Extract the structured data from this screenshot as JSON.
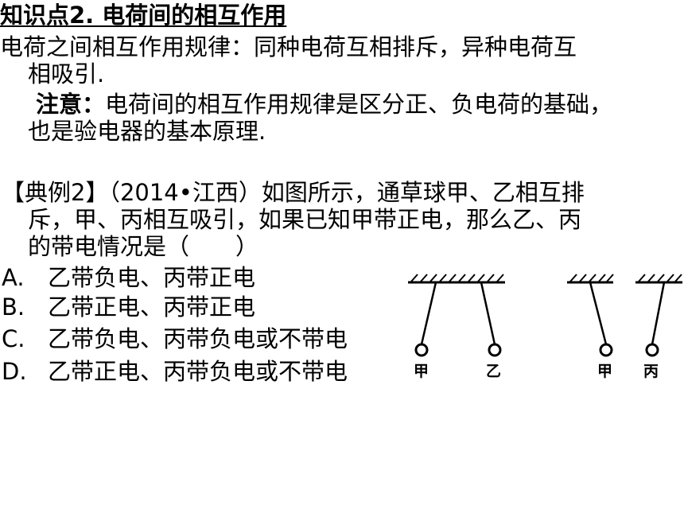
{
  "heading": "知识点2. 电荷间的相互作用",
  "rule": {
    "line1": "电荷之间相互作用规律：同种电荷互相排斥，异种电荷互",
    "line2": "相吸引."
  },
  "note": {
    "label": "注意：",
    "line1_text": "电荷间的相互作用规律是区分正、负电荷的基础，",
    "line2": "也是验电器的基本原理."
  },
  "example": {
    "line1": "【典例2】（2014•江西）如图所示，通草球甲、乙相互排",
    "line2": "斥，甲、丙相互吸引，如果已知甲带正电，那么乙、丙",
    "line3": "的带电情况是（　　）"
  },
  "options": [
    {
      "letter": "A.",
      "text": "乙带负电、丙带正电"
    },
    {
      "letter": "B.",
      "text": "乙带正电、丙带正电"
    },
    {
      "letter": "C.",
      "text": "乙带负电、丙带负电或不带电"
    },
    {
      "letter": "D.",
      "text": "乙带正电、丙带负电或不带电"
    }
  ],
  "figure": {
    "left_pair": [
      "甲",
      "乙"
    ],
    "right_pair": [
      "甲",
      "丙"
    ]
  }
}
